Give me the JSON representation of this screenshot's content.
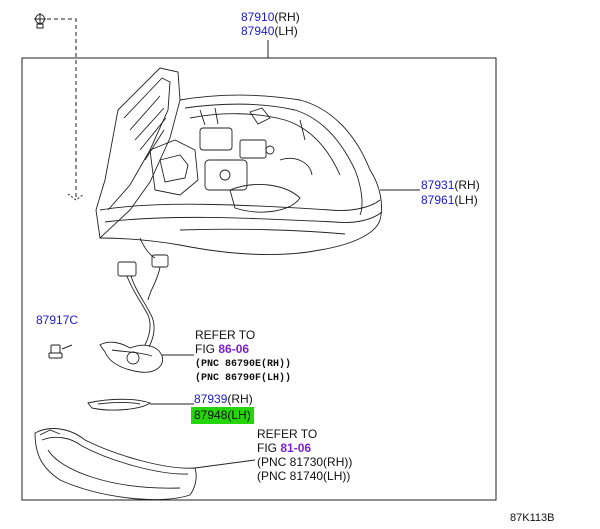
{
  "main_part": {
    "rh_number": "87910",
    "rh_suffix": "(RH)",
    "lh_number": "87940",
    "lh_suffix": "(LH)"
  },
  "cover_part": {
    "rh_number": "87931",
    "rh_suffix": "(RH)",
    "lh_number": "87961",
    "lh_suffix": "(LH)"
  },
  "screw_part": {
    "number": "87917C"
  },
  "refer_harness": {
    "refer": "REFER TO",
    "fig_prefix": "FIG ",
    "fig_number": "86-06",
    "pnc_1": "(PNC 86790E(RH))",
    "pnc_2": "(PNC 86790F(LH))"
  },
  "gasket_part": {
    "rh_number": "87939",
    "rh_suffix": "(RH)",
    "lh_number": "87948",
    "lh_suffix": "(LH)"
  },
  "refer_lamp": {
    "refer": "REFER TO",
    "fig_prefix": "FIG ",
    "fig_number": "81-06",
    "pnc_1": "(PNC 81730(RH))",
    "pnc_2": "(PNC 81740(LH))"
  },
  "diagram_code": "87K113B",
  "colors": {
    "part_number": "#1a1acc",
    "fig_number": "#7a1fcf",
    "highlight": "#26d40a"
  }
}
